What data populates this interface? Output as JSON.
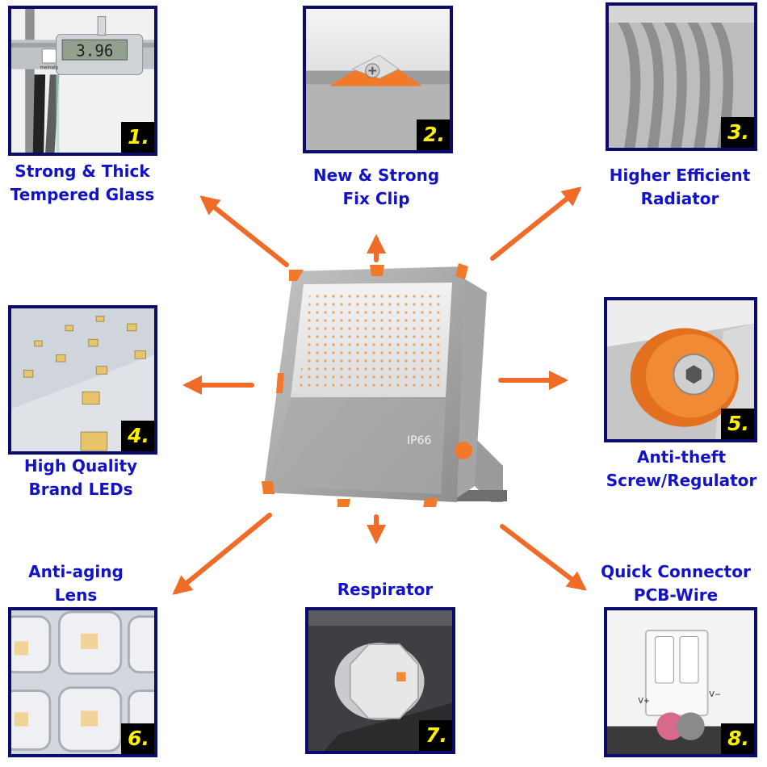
{
  "features": [
    {
      "number": "1.",
      "line1": "Strong & Thick",
      "line2": "Tempered Glass",
      "caliper_reading": "3.96",
      "caliper_brand": "meinalp"
    },
    {
      "number": "2.",
      "line1": "New & Strong",
      "line2": "Fix Clip"
    },
    {
      "number": "3.",
      "line1": "Higher Efficient",
      "line2": "Radiator"
    },
    {
      "number": "4.",
      "line1": "High Quality",
      "line2": "Brand LEDs"
    },
    {
      "number": "5.",
      "line1": "Anti-theft",
      "line2": "Screw/Regulator"
    },
    {
      "number": "6.",
      "line1": "Anti-aging",
      "line2": "Lens"
    },
    {
      "number": "7.",
      "line1": "Respirator",
      "line2": ""
    },
    {
      "number": "8.",
      "line1": "Quick Connector",
      "line2": "PCB-Wire",
      "terminal_plus": "V+",
      "terminal_minus": "V−"
    }
  ],
  "product": {
    "rating_mark": "IP66"
  },
  "colors": {
    "border": "#0b0b6b",
    "label": "#1212c8",
    "arrow": "#f06a28",
    "number_bg": "#000000",
    "number_text": "#ffee00",
    "clip_orange": "#f07a2a"
  }
}
